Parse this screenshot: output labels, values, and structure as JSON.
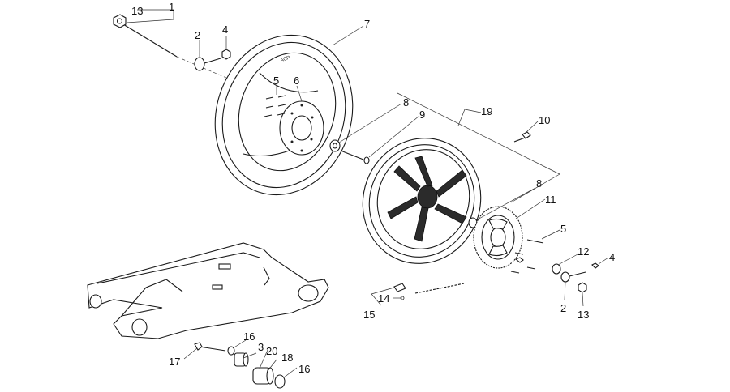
{
  "callouts": [
    {
      "id": "c13a",
      "text": "13"
    },
    {
      "id": "c1",
      "text": "1"
    },
    {
      "id": "c2a",
      "text": "2"
    },
    {
      "id": "c4a",
      "text": "4"
    },
    {
      "id": "c7",
      "text": "7"
    },
    {
      "id": "c5a",
      "text": "5"
    },
    {
      "id": "c6",
      "text": "6"
    },
    {
      "id": "c8a",
      "text": "8"
    },
    {
      "id": "c9",
      "text": "9"
    },
    {
      "id": "c19",
      "text": "19"
    },
    {
      "id": "c10",
      "text": "10"
    },
    {
      "id": "c8b",
      "text": "8"
    },
    {
      "id": "c11",
      "text": "11"
    },
    {
      "id": "c5b",
      "text": "5"
    },
    {
      "id": "c12",
      "text": "12"
    },
    {
      "id": "c4b",
      "text": "4"
    },
    {
      "id": "c2b",
      "text": "2"
    },
    {
      "id": "c13b",
      "text": "13"
    },
    {
      "id": "c14",
      "text": "14"
    },
    {
      "id": "c15",
      "text": "15"
    },
    {
      "id": "c16a",
      "text": "16"
    },
    {
      "id": "c3",
      "text": "3"
    },
    {
      "id": "c20",
      "text": "20"
    },
    {
      "id": "c18",
      "text": "18"
    },
    {
      "id": "c16b",
      "text": "16"
    },
    {
      "id": "c17",
      "text": "17"
    }
  ]
}
